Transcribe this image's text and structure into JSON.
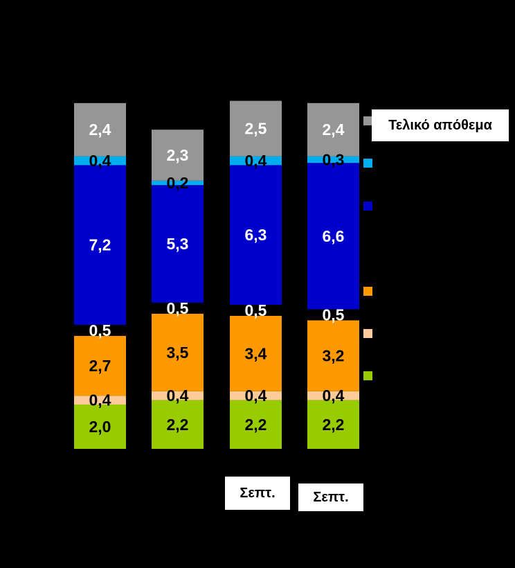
{
  "chart_data": {
    "type": "bar",
    "stacked": true,
    "categories": [
      "",
      "",
      "",
      ""
    ],
    "x_labels_visible": [
      "",
      "",
      "Σεπτ.",
      "Σεπτ."
    ],
    "series": [
      {
        "values": [
          2.0,
          2.2,
          2.2,
          2.2
        ],
        "color": "#99CC00",
        "label_color": "#000000"
      },
      {
        "values": [
          0.4,
          0.4,
          0.4,
          0.4
        ],
        "color": "#FFCC99",
        "label_color": "#000000"
      },
      {
        "values": [
          2.7,
          3.5,
          3.4,
          3.2
        ],
        "color": "#FF9900",
        "label_color": "#000000"
      },
      {
        "values": [
          0.5,
          0.5,
          0.5,
          0.5
        ],
        "color": "#000000",
        "label_color": "#ffffff"
      },
      {
        "values": [
          7.2,
          5.3,
          6.3,
          6.6
        ],
        "color": "#0000CC",
        "label_color": "#ffffff"
      },
      {
        "values": [
          0.4,
          0.2,
          0.4,
          0.3
        ],
        "color": "#00AEEF",
        "label_color": "#000000"
      },
      {
        "name": "Τελικό απόθεμα",
        "values": [
          2.4,
          2.3,
          2.5,
          2.4
        ],
        "color": "#969696",
        "label_color": "#ffffff"
      }
    ],
    "data_labels": [
      [
        "2,0",
        "0,4",
        "2,7",
        "0,5",
        "7,2",
        "0,4",
        "2,4"
      ],
      [
        "2,2",
        "0,4",
        "3,5",
        "0,5",
        "5,3",
        "0,2",
        "2,3"
      ],
      [
        "2,2",
        "0,4",
        "3,4",
        "0,5",
        "6,3",
        "0,4",
        "2,5"
      ],
      [
        "2,2",
        "0,4",
        "3,2",
        "0,5",
        "6,6",
        "0,3",
        "2,4"
      ]
    ],
    "legend": {
      "position": "right",
      "entries": [
        {
          "label": "Τελικό απόθεμα",
          "color": "#969696"
        },
        {
          "label": "",
          "color": "#00AEEF"
        },
        {
          "label": "",
          "color": "#0000CC"
        },
        {
          "label": "",
          "color": "#FF9900"
        },
        {
          "label": "",
          "color": "#FFCC99"
        },
        {
          "label": "",
          "color": "#99CC00"
        }
      ]
    },
    "grid": false,
    "background": "#000000"
  },
  "legend_text": "Τελικό απόθεμα",
  "x_label_3": "Σεπτ.",
  "x_label_4": "Σεπτ."
}
